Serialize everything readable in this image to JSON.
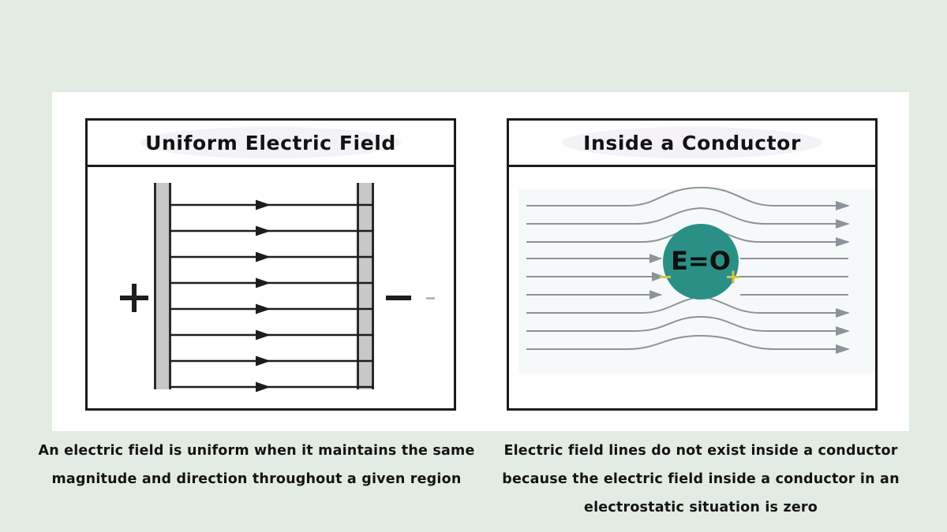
{
  "page": {
    "background_color": "#e3ece2",
    "card_color": "#ffffff"
  },
  "panels": [
    {
      "id": "uniform-electric-field",
      "title": "Uniform Electric Field",
      "diagram": {
        "type": "parallel-plate-capacitor",
        "field_line_count": 8,
        "plate_fill": "#c8c8c8",
        "plate_stroke": "#2b2b2b",
        "line_color": "#1d1d1d",
        "left_plate_label": "+",
        "right_plate_label": "−",
        "direction": "left-to-right"
      },
      "caption_lines": [
        "An electric field is uniform when it maintains the same",
        "magnitude and direction throughout a given region"
      ]
    },
    {
      "id": "inside-a-conductor",
      "title": "Inside a Conductor",
      "diagram": {
        "type": "field-lines-around-conductor",
        "field_line_count": 9,
        "field_region_fill": "#f6f9fa",
        "line_color": "#8c9499",
        "sphere_fill": "#2a9086",
        "sphere_label": "E=O",
        "sphere_label_color": "#101010",
        "negative_charge_label": "−",
        "positive_charge_label": "+",
        "charge_color": "#d4c24a",
        "direction": "left-to-right"
      },
      "caption_lines": [
        "Electric field lines do not exist inside a conductor",
        "because the electric field inside a conductor in an",
        "electrostatic situation is zero"
      ]
    }
  ]
}
